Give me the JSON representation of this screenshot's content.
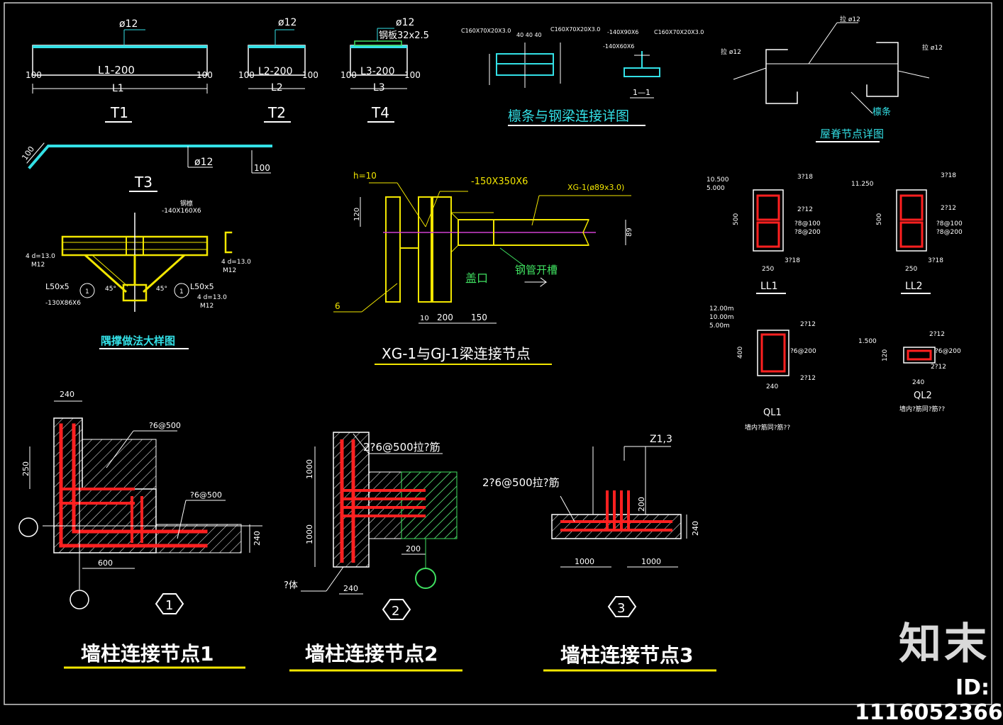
{
  "colors": {
    "background": "#000000",
    "cyan": "#33e0e6",
    "white": "#ffffff",
    "yellow": "#f2e600",
    "red": "#ff2020",
    "green": "#3fe060",
    "magenta": "#d040d0",
    "gray": "#bbbbbb"
  },
  "t1": {
    "dia": "ø12",
    "name": "L1-200",
    "len": "L1",
    "end_l": "100",
    "end_r": "100",
    "label": "T1"
  },
  "t2": {
    "dia": "ø12",
    "name": "L2-200",
    "len": "L2",
    "end_l": "100",
    "end_r": "100",
    "label": "T2"
  },
  "t4": {
    "dia": "ø12",
    "plate": "钢板32x2.5",
    "name": "L3-200",
    "len": "L3",
    "end_l": "100",
    "end_r": "100",
    "label": "T4"
  },
  "t3": {
    "dia": "ø12",
    "hook": "100",
    "end": "100",
    "label": "T3"
  },
  "purlin_detail": {
    "title": "檩条与钢梁连接详图",
    "section": "1—1",
    "note_a": "C160X70X20X3.0",
    "note_b": "C160X70X20X3.0",
    "note_c": "-140X90X6",
    "note_d": "C160X70X20X3.0",
    "note_e": "-140X60X6",
    "dims": "40 40 40"
  },
  "ridge_detail": {
    "title": "屋脊节点详图",
    "label_top": "拉 ø12",
    "label_left": "拉 ø12",
    "label_right": "拉 ø12",
    "label_purlin": "檩条"
  },
  "brace_detail": {
    "title": "隅撑做法大样图",
    "angle_l": "L50x5",
    "angle_r": "L50x5",
    "plate_top": "-140X160X6",
    "plate_bot": "-130X86X6",
    "bolt_l": "4 d=13.0",
    "bolt_l2": "M12",
    "bolt_r": "4 d=13.0",
    "bolt_r2": "M12",
    "bolt_b": "4 d=13.0",
    "bolt_b2": "M12",
    "deg_l": "45°",
    "deg_r": "45°",
    "c1": "1",
    "c2": "1",
    "top_note": "钢檩"
  },
  "xg_detail": {
    "title": "XG-1与GJ-1梁连接节点",
    "h": "h=10",
    "plate": "-150X350X6",
    "tube": "XG-1(ø89x3.0)",
    "weld": "6",
    "slot": "钢管开槽",
    "cap": "盖口",
    "dim_a": "10",
    "dim_b": "200",
    "dim_c": "150",
    "dim_v": "120",
    "dim_v2": "89"
  },
  "beams": {
    "ll1": {
      "label": "LL1",
      "elev1": "10.500",
      "elev2": "5.000",
      "top": "3?18",
      "mid": "2?12",
      "s1": "?8@100",
      "s2": "?8@200",
      "bot": "3?18",
      "w": "250",
      "h": "500"
    },
    "ll2": {
      "label": "LL2",
      "elev1": "11.250",
      "top": "3?18",
      "mid": "2?12",
      "s1": "?8@100",
      "s2": "?8@200",
      "bot": "3?18",
      "w": "250",
      "h": "500"
    },
    "ql1": {
      "label": "QL1",
      "elev1": "12.00m",
      "elev2": "10.00m",
      "elev3": "5.00m",
      "top": "2?12",
      "mid": "?6@200",
      "bot": "2?12",
      "w": "240",
      "h": "400",
      "note": "墙内?筋同?筋??"
    },
    "ql2": {
      "label": "QL2",
      "elev1": "1.500",
      "top": "2?12",
      "mid": "?6@200",
      "bot": "2?12",
      "w": "240",
      "h": "120",
      "note": "墙内?筋同?筋??"
    }
  },
  "node1": {
    "title": "墙柱连接节点1",
    "num": "1",
    "dim_top": "240",
    "dim_side": "250",
    "dim_bot": "600",
    "note_a": "?6@500",
    "note_b": "?6@500",
    "dim_r": "240"
  },
  "node2": {
    "title": "墙柱连接节点2",
    "num": "2",
    "note": "2?6@500拉?筋",
    "dim_1": "1000",
    "dim_2": "1000",
    "dim_3": "200",
    "dim_4": "240",
    "wall": "?体"
  },
  "node3": {
    "title": "墙柱连接节点3",
    "num": "3",
    "note": "2?6@500拉?筋",
    "col": "Z1,3",
    "dim_1": "1000",
    "dim_2": "1000",
    "dim_h": "240",
    "dim_v": "200"
  },
  "brand": {
    "logo": "知末",
    "id": "ID: 1116052366"
  }
}
